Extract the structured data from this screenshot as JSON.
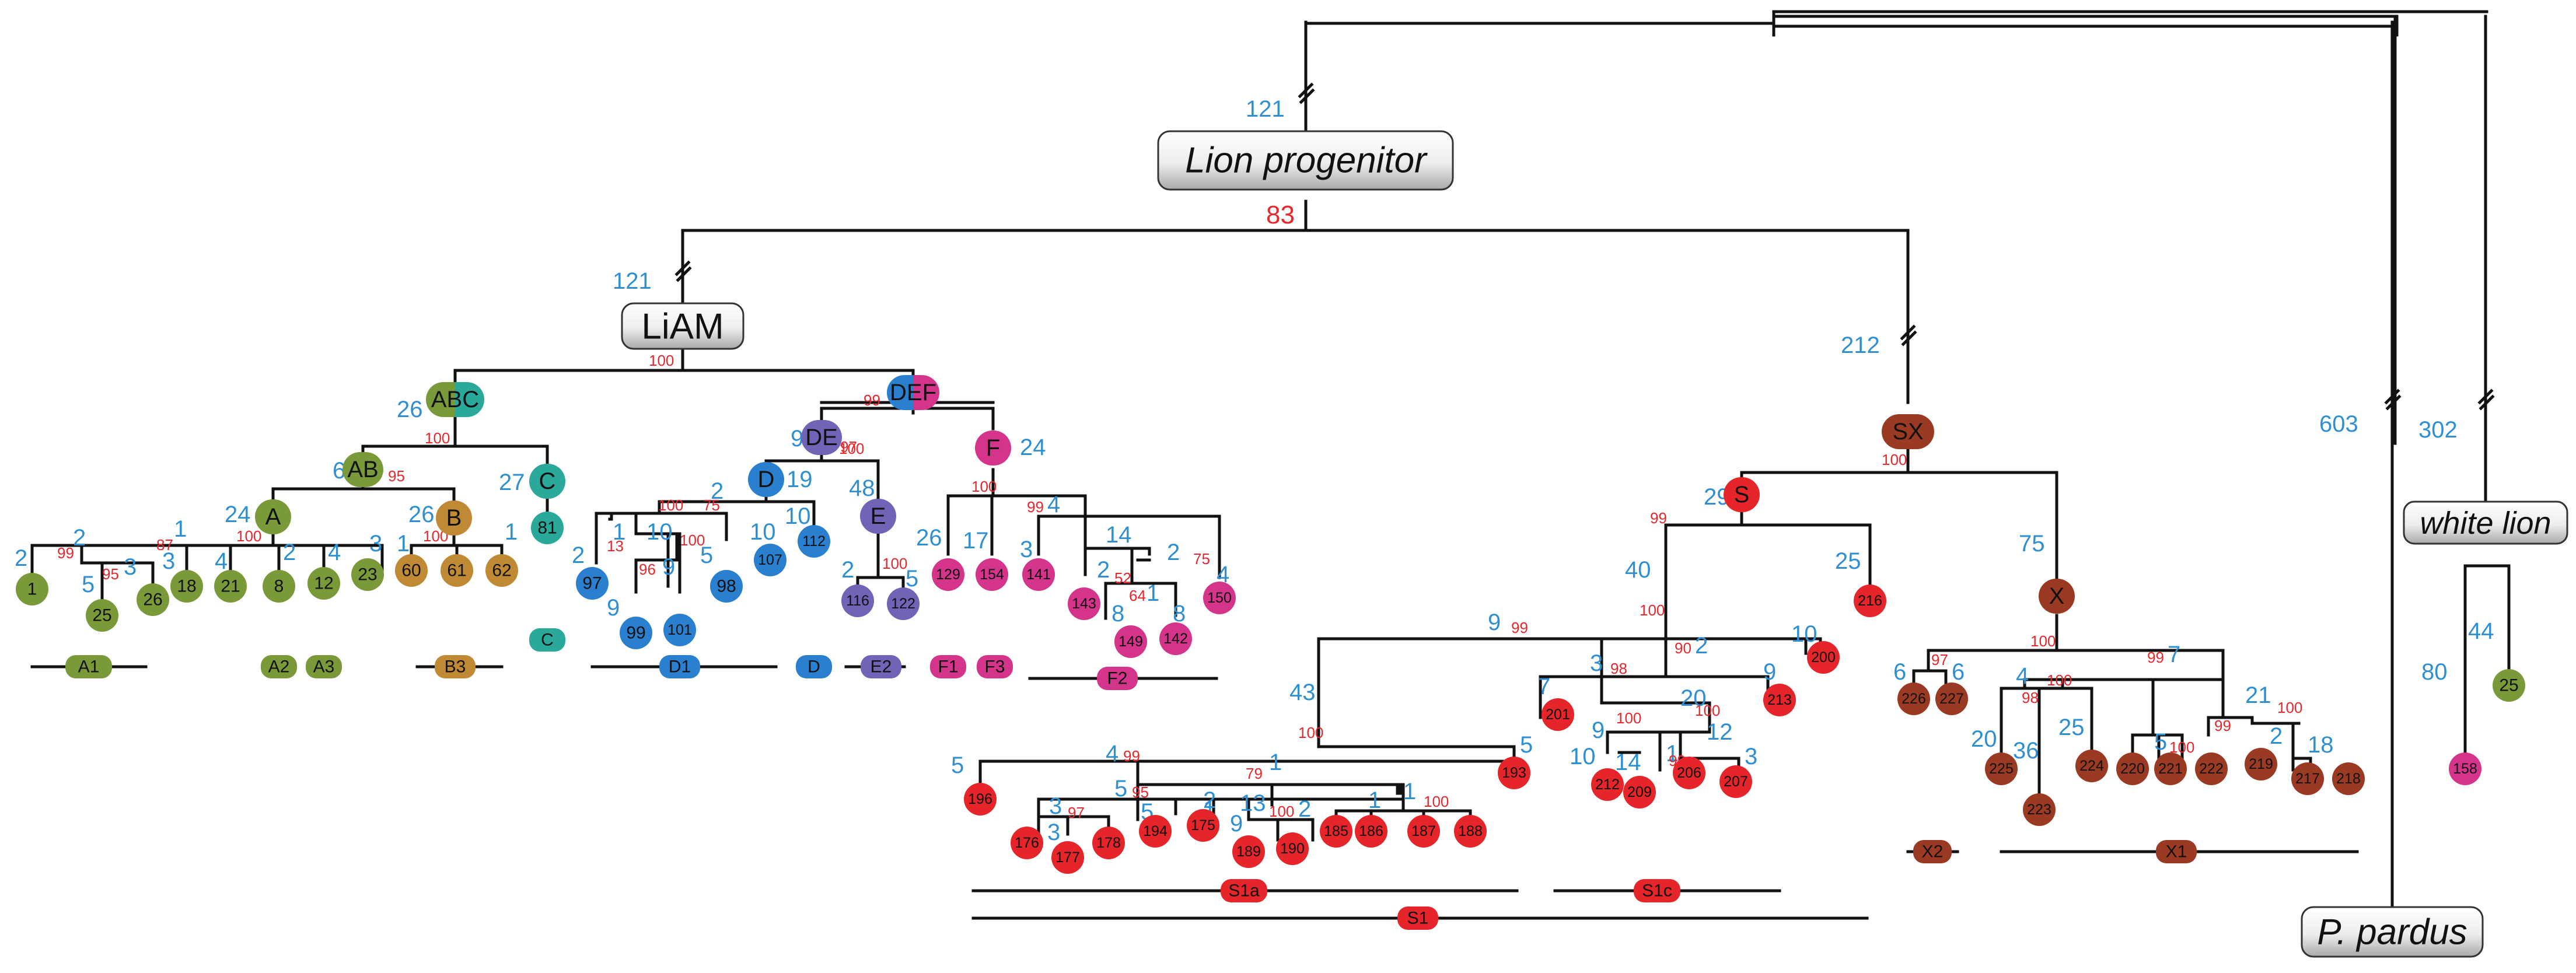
{
  "colors": {
    "A": "#7a9a3a",
    "B": "#c08a35",
    "C": "#2aa89a",
    "D": "#2a7fcf",
    "E": "#6f64b5",
    "F": "#d4358a",
    "S": "#e5252a",
    "X": "#9a3a22",
    "count": "#2f8fd1",
    "bootstrap": "#e8262b"
  },
  "labels": {
    "lion_progenitor": "Lion progenitor",
    "liam": "LiAM",
    "white_lion": "white lion",
    "p_pardus": "P. pardus"
  },
  "groups": [
    {
      "key": "ABC",
      "text": "ABC",
      "color": "C"
    },
    {
      "key": "AB",
      "text": "AB",
      "color": "A"
    },
    {
      "key": "A",
      "text": "A",
      "color": "A"
    },
    {
      "key": "B",
      "text": "B",
      "color": "B"
    },
    {
      "key": "C",
      "text": "C",
      "color": "C"
    },
    {
      "key": "DEF",
      "text": "DEF",
      "color": "E"
    },
    {
      "key": "DE",
      "text": "DE",
      "color": "E"
    },
    {
      "key": "D",
      "text": "D",
      "color": "D"
    },
    {
      "key": "E",
      "text": "E",
      "color": "E"
    },
    {
      "key": "F",
      "text": "F",
      "color": "F"
    },
    {
      "key": "SX",
      "text": "SX",
      "color": "X"
    },
    {
      "key": "S",
      "text": "S",
      "color": "S"
    },
    {
      "key": "X",
      "text": "X",
      "color": "X"
    }
  ],
  "leaves": [
    {
      "id": "1",
      "c": "A"
    },
    {
      "id": "25",
      "c": "A"
    },
    {
      "id": "26",
      "c": "A"
    },
    {
      "id": "18",
      "c": "A"
    },
    {
      "id": "21",
      "c": "A"
    },
    {
      "id": "8",
      "c": "A"
    },
    {
      "id": "12",
      "c": "A"
    },
    {
      "id": "23",
      "c": "A"
    },
    {
      "id": "60",
      "c": "B"
    },
    {
      "id": "61",
      "c": "B"
    },
    {
      "id": "62",
      "c": "B"
    },
    {
      "id": "81",
      "c": "C"
    },
    {
      "id": "97",
      "c": "D"
    },
    {
      "id": "99",
      "c": "D"
    },
    {
      "id": "101",
      "c": "D"
    },
    {
      "id": "98",
      "c": "D"
    },
    {
      "id": "107",
      "c": "D"
    },
    {
      "id": "112",
      "c": "D"
    },
    {
      "id": "116",
      "c": "E"
    },
    {
      "id": "122",
      "c": "E"
    },
    {
      "id": "129",
      "c": "F"
    },
    {
      "id": "154",
      "c": "F"
    },
    {
      "id": "141",
      "c": "F"
    },
    {
      "id": "143",
      "c": "F"
    },
    {
      "id": "149",
      "c": "F"
    },
    {
      "id": "142",
      "c": "F"
    },
    {
      "id": "150",
      "c": "F"
    },
    {
      "id": "216",
      "c": "S"
    },
    {
      "id": "200",
      "c": "S"
    },
    {
      "id": "193",
      "c": "S"
    },
    {
      "id": "196",
      "c": "S"
    },
    {
      "id": "176",
      "c": "S"
    },
    {
      "id": "177",
      "c": "S"
    },
    {
      "id": "178",
      "c": "S"
    },
    {
      "id": "194",
      "c": "S"
    },
    {
      "id": "175",
      "c": "S"
    },
    {
      "id": "189",
      "c": "S"
    },
    {
      "id": "190",
      "c": "S"
    },
    {
      "id": "185",
      "c": "S"
    },
    {
      "id": "186",
      "c": "S"
    },
    {
      "id": "187",
      "c": "S"
    },
    {
      "id": "188",
      "c": "S"
    },
    {
      "id": "201",
      "c": "S"
    },
    {
      "id": "213",
      "c": "S"
    },
    {
      "id": "212",
      "c": "S"
    },
    {
      "id": "209",
      "c": "S"
    },
    {
      "id": "206",
      "c": "S"
    },
    {
      "id": "207",
      "c": "S"
    },
    {
      "id": "226",
      "c": "X"
    },
    {
      "id": "227",
      "c": "X"
    },
    {
      "id": "225",
      "c": "X"
    },
    {
      "id": "223",
      "c": "X"
    },
    {
      "id": "224",
      "c": "X"
    },
    {
      "id": "220",
      "c": "X"
    },
    {
      "id": "221",
      "c": "X"
    },
    {
      "id": "222",
      "c": "X"
    },
    {
      "id": "219",
      "c": "X"
    },
    {
      "id": "217",
      "c": "X"
    },
    {
      "id": "218",
      "c": "X"
    },
    {
      "id": "158",
      "c": "F"
    },
    {
      "id": "25",
      "c": "A"
    }
  ],
  "haplogroups": [
    {
      "text": "A1",
      "c": "A"
    },
    {
      "text": "A2",
      "c": "A"
    },
    {
      "text": "A3",
      "c": "A"
    },
    {
      "text": "B3",
      "c": "B"
    },
    {
      "text": "C",
      "c": "C"
    },
    {
      "text": "D1",
      "c": "D"
    },
    {
      "text": "D",
      "c": "D"
    },
    {
      "text": "E2",
      "c": "E"
    },
    {
      "text": "F1",
      "c": "F"
    },
    {
      "text": "F3",
      "c": "F"
    },
    {
      "text": "F2",
      "c": "F"
    },
    {
      "text": "S1a",
      "c": "S"
    },
    {
      "text": "S1c",
      "c": "S"
    },
    {
      "text": "S1",
      "c": "S"
    },
    {
      "text": "X2",
      "c": "X"
    },
    {
      "text": "X1",
      "c": "X"
    }
  ],
  "counts": [
    "121",
    "121",
    "212",
    "603",
    "302",
    "26",
    "6",
    "24",
    "2",
    "2",
    "5",
    "3",
    "1",
    "3",
    "4",
    "2",
    "4",
    "3",
    "26",
    "1",
    "1",
    "27",
    "9",
    "19",
    "2",
    "1",
    "2",
    "9",
    "10",
    "9",
    "10",
    "10",
    "5",
    "48",
    "2",
    "5",
    "24",
    "26",
    "17",
    "3",
    "4",
    "14",
    "2",
    "8",
    "1",
    "8",
    "2",
    "4",
    "29",
    "40",
    "25",
    "75",
    "9",
    "2",
    "10",
    "43",
    "4",
    "1",
    "5",
    "5",
    "3",
    "5",
    "2",
    "13",
    "1",
    "1",
    "9",
    "3",
    "5",
    "1",
    "2",
    "7",
    "3",
    "20",
    "9",
    "10",
    "14",
    "1",
    "12",
    "3",
    "9",
    "6",
    "6",
    "4",
    "7",
    "20",
    "36",
    "25",
    "21",
    "5",
    "2",
    "18",
    "80",
    "44"
  ],
  "bootstraps": [
    "83",
    "100",
    "100",
    "99",
    "95",
    "100",
    "100",
    "99",
    "87",
    "95",
    "100",
    "100",
    "75",
    "13",
    "96",
    "100",
    "97",
    "100",
    "100",
    "99",
    "75",
    "52",
    "64",
    "99",
    "100",
    "99",
    "90",
    "98",
    "100",
    "100",
    "99",
    "79",
    "97",
    "95",
    "100",
    "100",
    "100",
    "99",
    "100",
    "100",
    "97",
    "98",
    "99",
    "100",
    "100",
    "99",
    "100"
  ]
}
